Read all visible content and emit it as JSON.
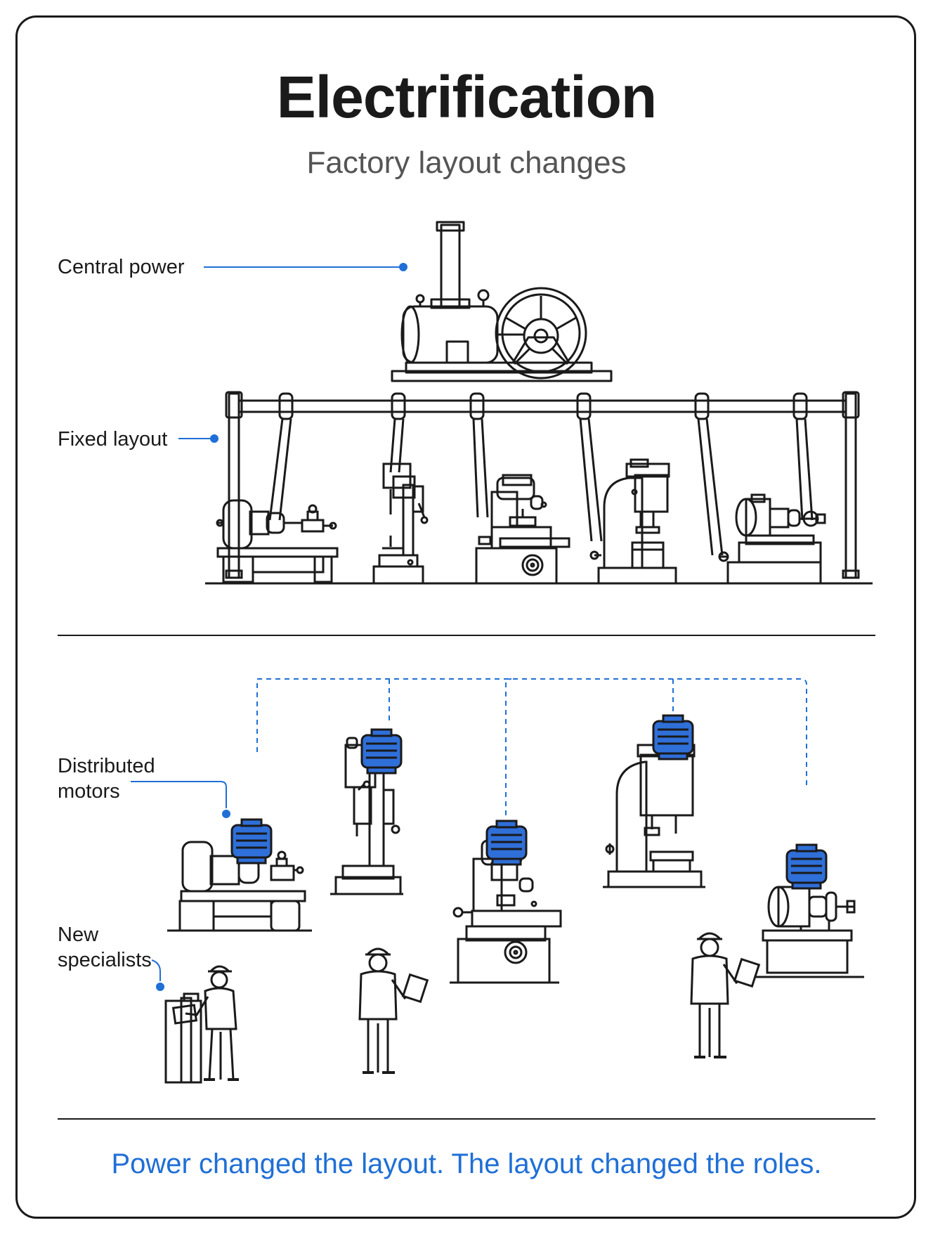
{
  "title": "Electrification",
  "subtitle": "Factory layout changes",
  "labels": {
    "central_power": "Central power",
    "fixed_layout": "Fixed layout",
    "distributed_motors_line1": "Distributed",
    "distributed_motors_line2": "motors",
    "new_specialists_line1": "New",
    "new_specialists_line2": "specialists"
  },
  "footer": "Power changed the layout. The layout changed the roles.",
  "colors": {
    "ink": "#1a1a1a",
    "accent": "#1f6fd6",
    "motor_fill": "#2f6fd8",
    "subtitle": "#555555"
  },
  "icons": [
    "steam-engine-icon",
    "line-shaft-icon",
    "lathe-icon",
    "drill-press-icon",
    "milling-machine-icon",
    "power-press-icon",
    "grinder-icon",
    "electric-motor-icon",
    "worker-icon"
  ]
}
